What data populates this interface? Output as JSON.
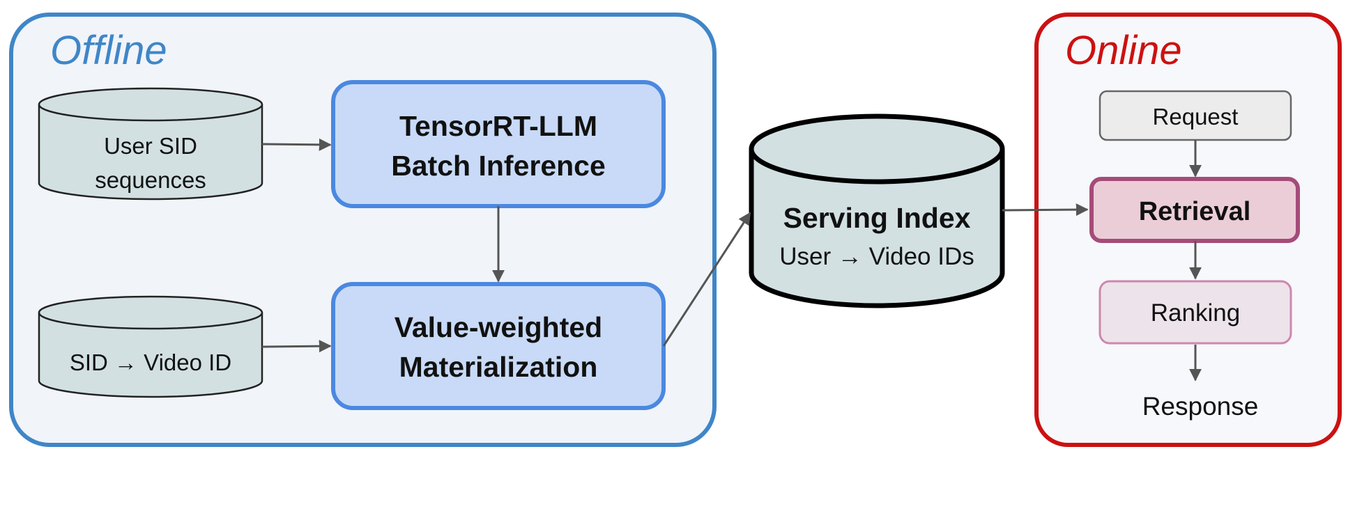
{
  "colors": {
    "offline_border": "#3f86c8",
    "offline_fill": "#f1f4f9",
    "online_border": "#cc1111",
    "online_fill": "#f7f8fb",
    "process_fill": "#c8daf7",
    "process_border": "#4b88e0",
    "cylinder_fill": "#d2e0e2",
    "arrow": "#555555",
    "retrieval_fill": "#ebcdd8",
    "retrieval_border": "#a54b79",
    "ranking_fill": "#ece4ea",
    "ranking_border": "#cf86b0",
    "request_fill": "#ececec",
    "request_border": "#666666"
  },
  "offline": {
    "title": "Offline",
    "user_sid_line1": "User SID",
    "user_sid_line2": "sequences",
    "sid_map": "SID → Video ID",
    "trt_line1": "TensorRT-LLM",
    "trt_line2": "Batch Inference",
    "vw_line1": "Value-weighted",
    "vw_line2": "Materialization"
  },
  "serving_index": {
    "title": "Serving Index",
    "subtitle": "User → Video IDs"
  },
  "online": {
    "title": "Online",
    "request": "Request",
    "retrieval": "Retrieval",
    "ranking": "Ranking",
    "response": "Response"
  }
}
